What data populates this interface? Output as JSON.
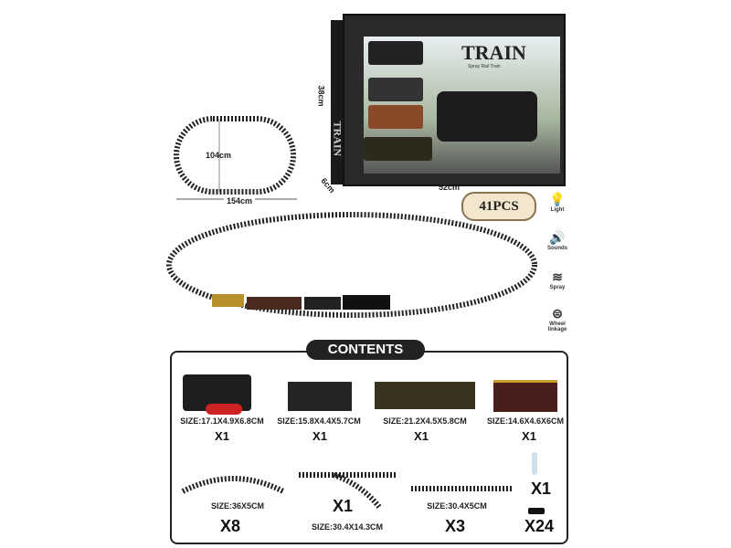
{
  "layout_diagram": {
    "height": "104cm",
    "width": "154cm"
  },
  "box": {
    "title": "TRAIN",
    "subtitle": "Spray Rail Train",
    "height": "38cm",
    "width": "52cm",
    "depth": "6cm",
    "side_title": "TRAIN"
  },
  "badge": "41PCS",
  "features": [
    {
      "label": "Light",
      "icon": "bulb-icon"
    },
    {
      "label": "Sounds",
      "icon": "speaker-icon"
    },
    {
      "label": "Spray",
      "icon": "spray-icon"
    },
    {
      "label": "Wheel linkage",
      "icon": "wheel-icon"
    }
  ],
  "contents": {
    "title": "CONTENTS",
    "items": [
      {
        "name": "locomotive",
        "size": "SIZE:17.1X4.9X6.8CM",
        "qty": "X1"
      },
      {
        "name": "freight-car",
        "size": "SIZE:15.8X4.4X5.7CM",
        "qty": "X1"
      },
      {
        "name": "coal-car",
        "size": "SIZE:21.2X4.5X5.8CM",
        "qty": "X1"
      },
      {
        "name": "passenger-car",
        "size": "SIZE:14.6X4.6X6CM",
        "qty": "X1"
      },
      {
        "name": "curved-track",
        "size": "SIZE:36X5CM",
        "qty": "X8"
      },
      {
        "name": "switch-track",
        "size": "SIZE:30.4X14.3CM",
        "qty": "X1"
      },
      {
        "name": "straight-track",
        "size": "SIZE:30.4X5CM",
        "qty": "X3"
      },
      {
        "name": "dropper",
        "qty": "X1"
      },
      {
        "name": "battery-connector",
        "qty": "X24"
      }
    ]
  }
}
